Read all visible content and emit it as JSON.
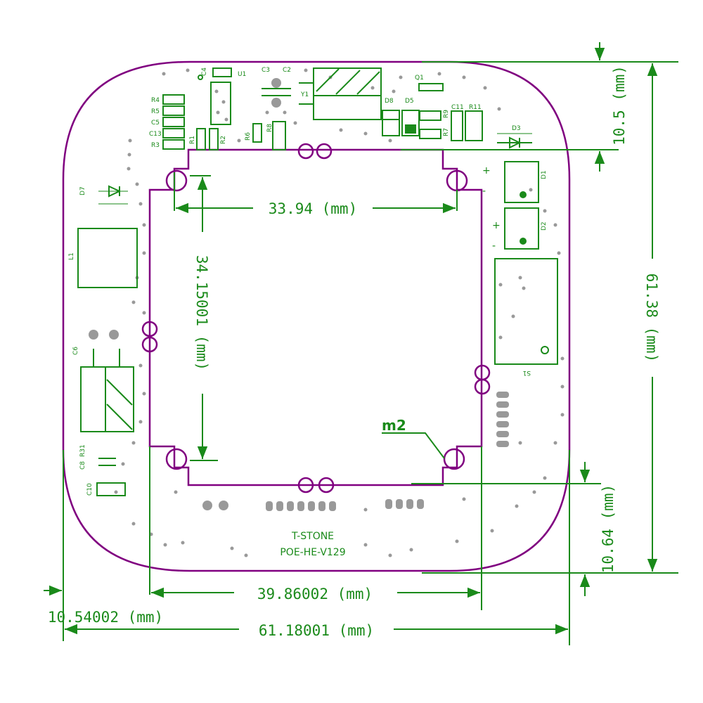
{
  "colors": {
    "silkscreen": "#1a8a1a",
    "outline": "#800080",
    "drill": "#999999",
    "background": "#ffffff"
  },
  "board": {
    "marking_line1": "T-STONE",
    "marking_line2": "POE-HE-V129",
    "mark_m2": "m2",
    "polarity_plus": "+",
    "polarity_minus": "-"
  },
  "dimensions": {
    "inner_width": "33.94 (mm)",
    "inner_height": "34.15001 (mm)",
    "top_margin": "10.5 (mm)",
    "total_height": "61.38 (mm)",
    "bottom_margin": "10.64 (mm)",
    "inner_outline_width": "39.86002 (mm)",
    "left_margin": "10.54002 (mm)",
    "total_width": "61.18001 (mm)"
  },
  "components": {
    "u1": "U1",
    "c4": "C4",
    "c3": "C3",
    "c2": "C2",
    "y1": "Y1",
    "q1": "Q1",
    "r4": "R4",
    "r5": "R5",
    "c5": "C5",
    "c13": "C13",
    "r3": "R3",
    "r1": "R1",
    "r2": "R2",
    "r6": "R6",
    "r8": "R8",
    "d8": "D8",
    "d5": "D5",
    "c11": "C11",
    "r11": "R11",
    "r9": "R9",
    "r7": "R7",
    "d3": "D3",
    "d7": "D7",
    "d1": "D1",
    "d2": "D2",
    "l1": "L1",
    "c6": "C6",
    "r31": "R31",
    "c8": "C8",
    "c10": "C10",
    "s1": "S1"
  }
}
